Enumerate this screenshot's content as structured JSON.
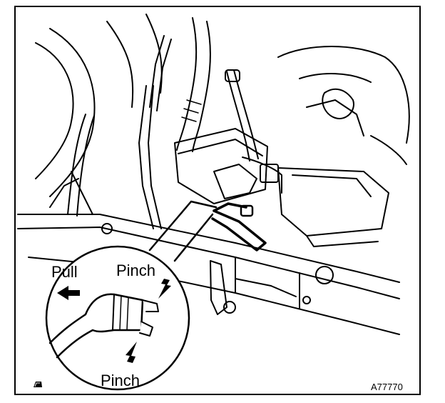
{
  "figure": {
    "figure_id": "A77770",
    "callouts": {
      "pull": "Pull",
      "pinch_top": "Pinch",
      "pinch_bottom": "Pinch"
    }
  },
  "icons": {
    "reference_mark": "book-icon",
    "arrows": [
      "pull-arrow-icon",
      "pinch-arrow-icon",
      "pinch-arrow-icon"
    ]
  },
  "colors": {
    "line": "#000000",
    "background": "#ffffff"
  }
}
